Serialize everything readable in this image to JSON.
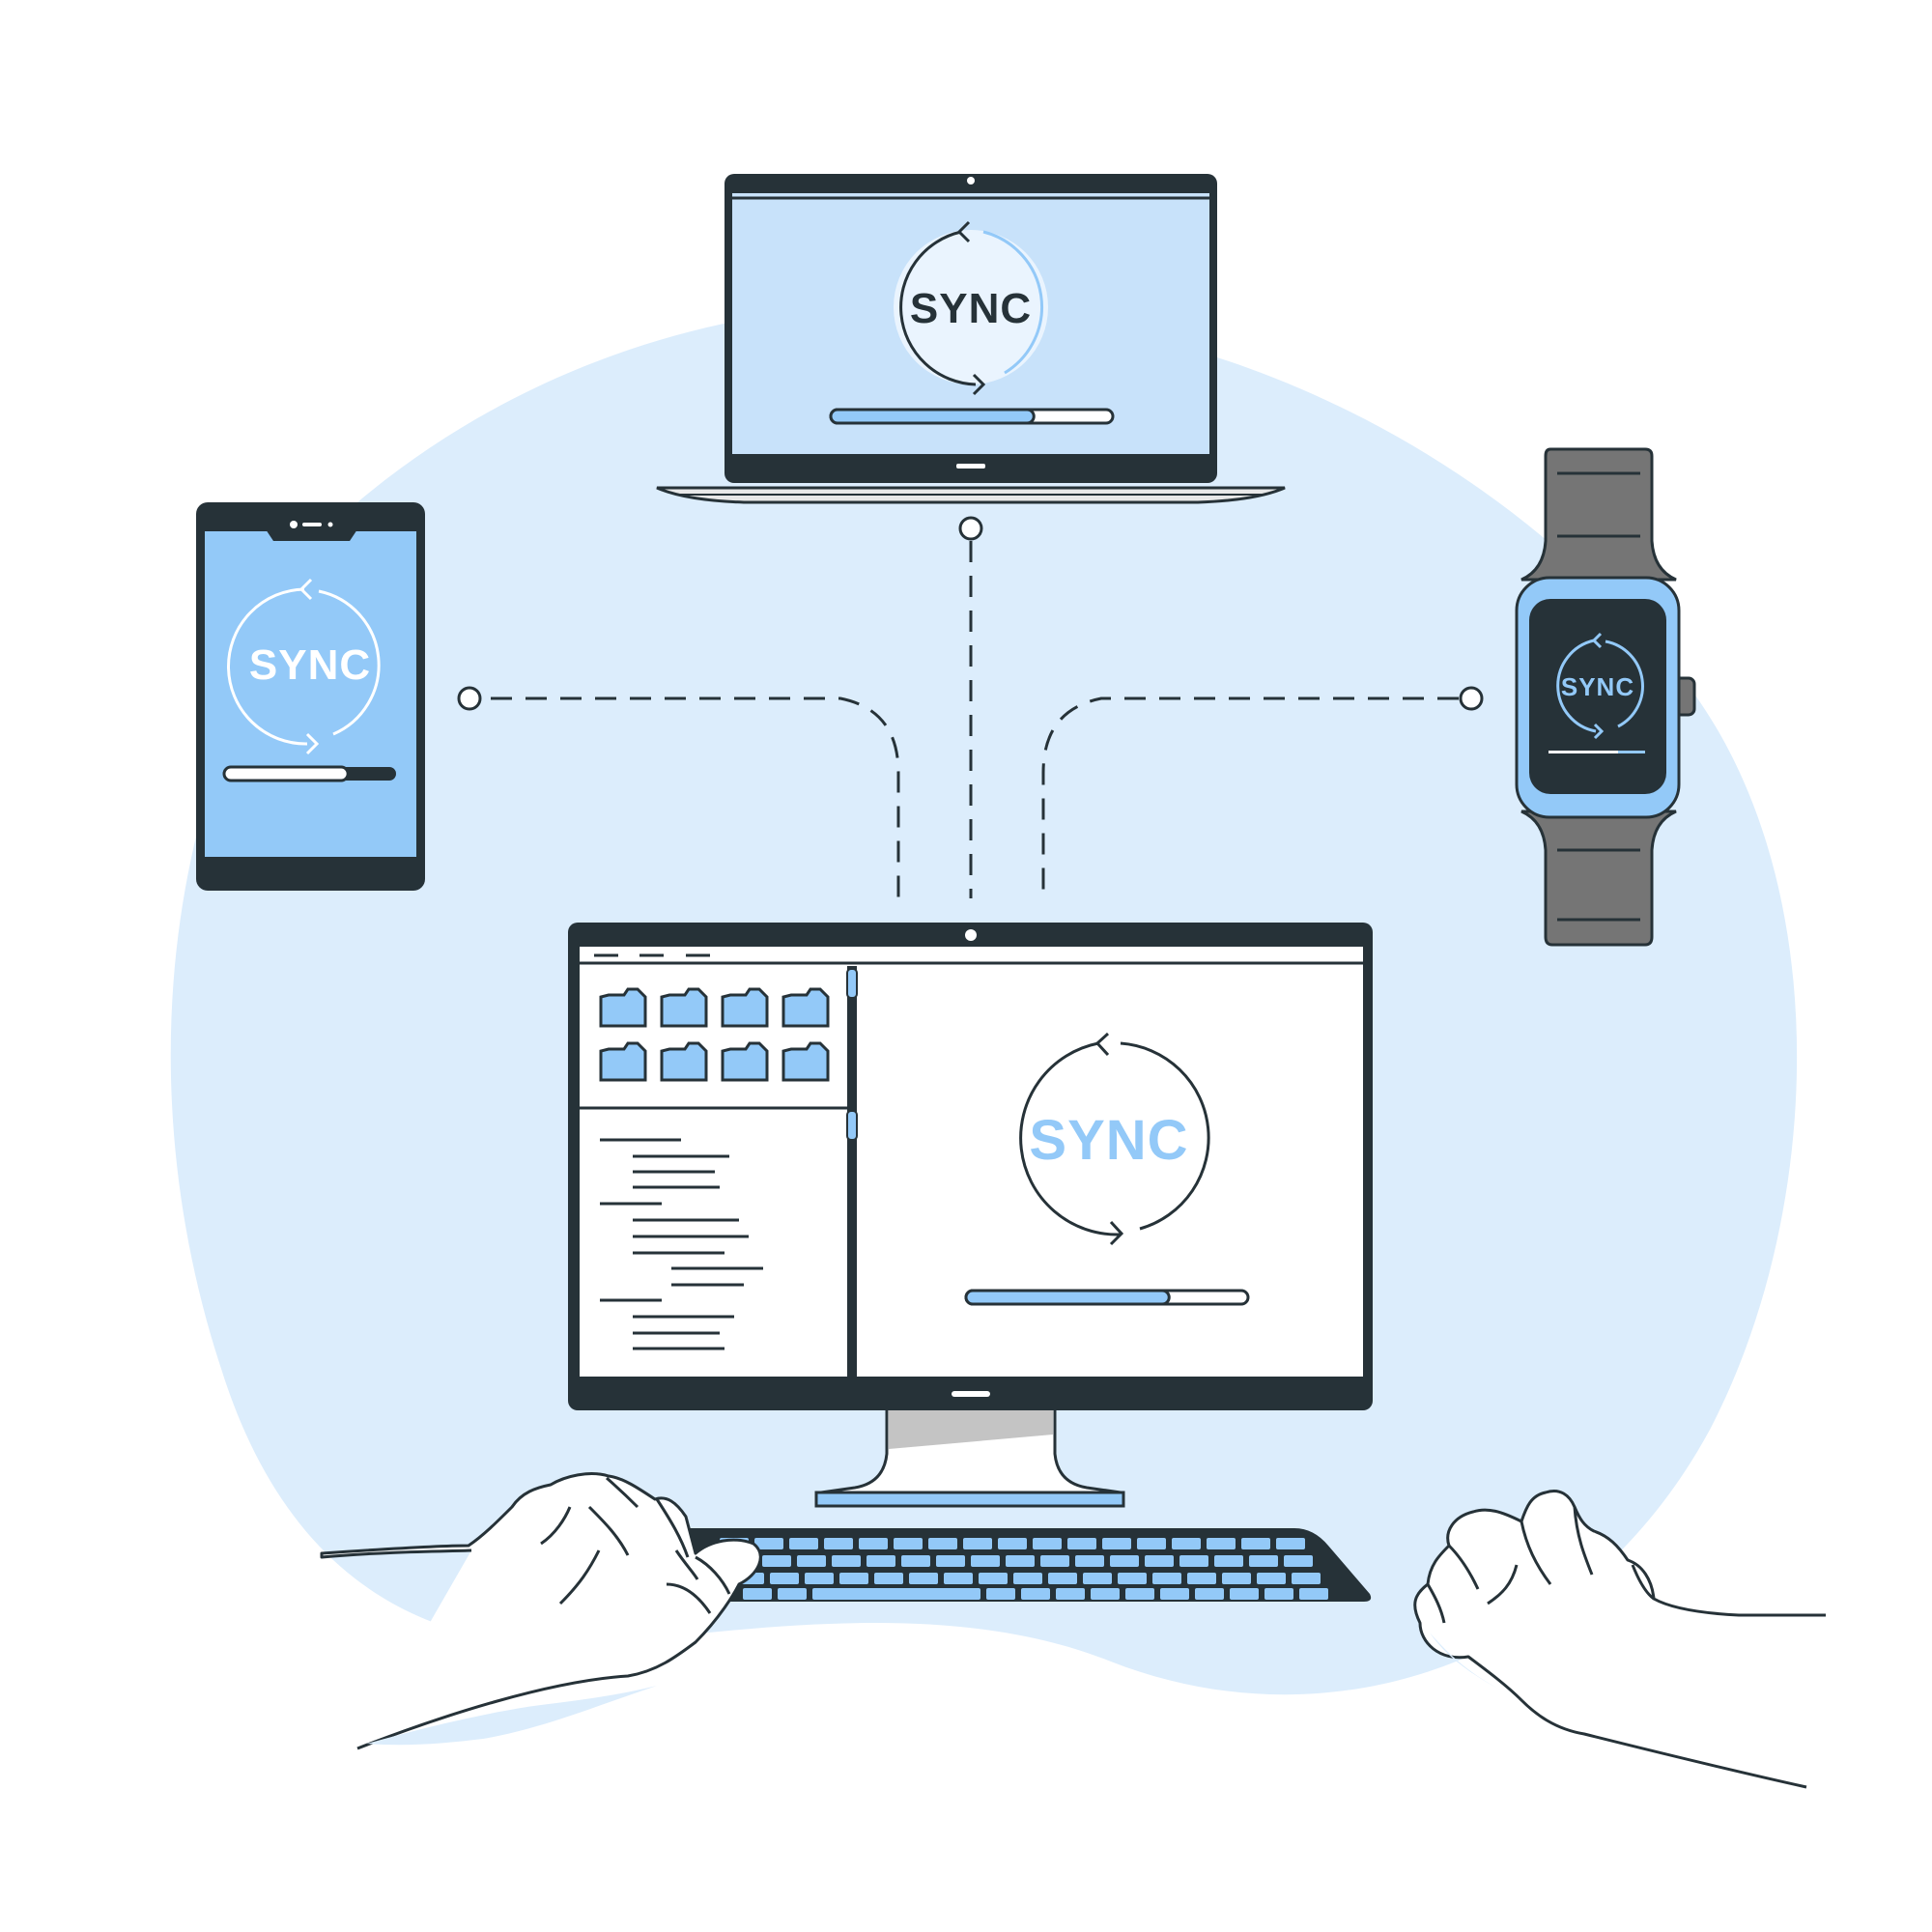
{
  "sync_label": "SYNC",
  "devices": {
    "laptop": {
      "sync_text": "SYNC",
      "progress": 0.72
    },
    "phone": {
      "sync_text": "SYNC",
      "progress": 0.72
    },
    "watch": {
      "sync_text": "SYNC",
      "progress": 0.72
    },
    "monitor": {
      "sync_text": "SYNC",
      "progress": 0.72
    }
  },
  "colors": {
    "outline": "#263238",
    "blob": "#dcedfc",
    "screen_light": "#c8e2fa",
    "screen_blue": "#93c9f8",
    "accent": "#93c9f8",
    "watch_band": "#757575",
    "white": "#ffffff"
  },
  "icons": [
    "sync-arrows-icon",
    "folder-icon",
    "keyboard-icon",
    "webcam-icon"
  ]
}
